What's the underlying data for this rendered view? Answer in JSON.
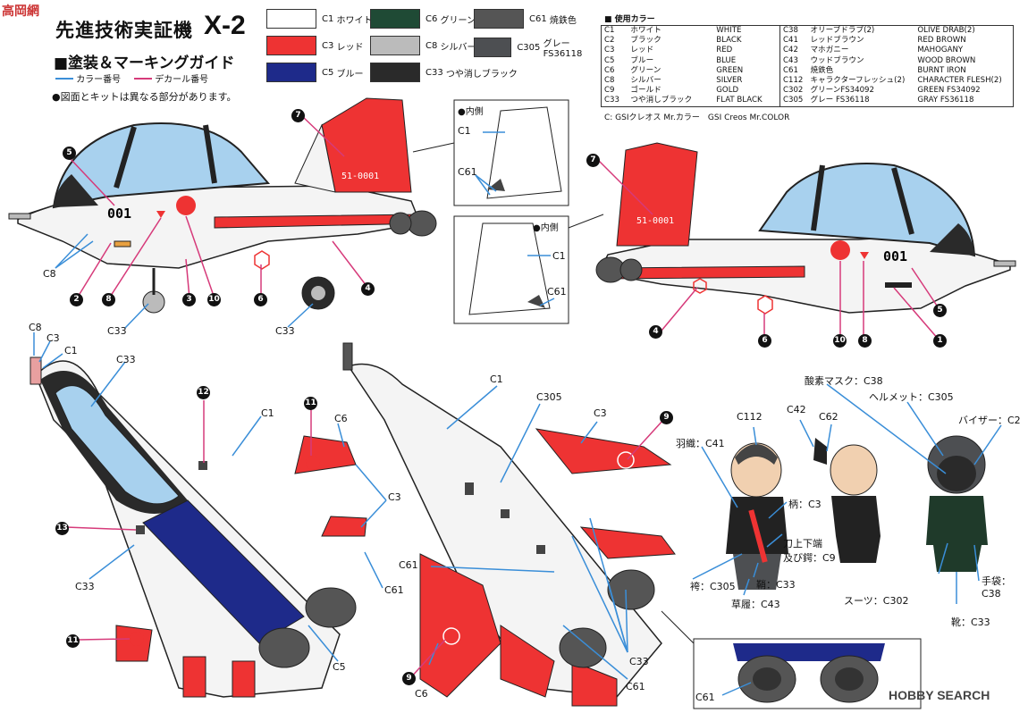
{
  "header": {
    "logo_text": "高岡網",
    "title_jp": "先進技術実証機",
    "title_model": "X-2",
    "subtitle": "■塗装＆マーキングガイド",
    "legend_color_no": "カラー番号",
    "legend_decal_no": "デカール番号",
    "note": "●図面とキットは異なる部分があります。"
  },
  "swatches": [
    {
      "code": "C1",
      "name": "ホワイト",
      "color": "#ffffff"
    },
    {
      "code": "C6",
      "name": "グリーン",
      "color": "#1f4a35"
    },
    {
      "code": "C61",
      "name": "焼鉄色",
      "color": "#555555"
    },
    {
      "code": "C3",
      "name": "レッド",
      "color": "#ee3333"
    },
    {
      "code": "C8",
      "name": "シルバー",
      "color": "#bbbbbb"
    },
    {
      "code": "C305",
      "name": "グレー FS36118",
      "color": "#4d4f52"
    },
    {
      "code": "C5",
      "name": "ブルー",
      "color": "#1e2a8a"
    },
    {
      "code": "C33",
      "name": "つや消しブラック",
      "color": "#2a2a2a"
    }
  ],
  "color_table": {
    "heading": "■ 使用カラー",
    "left": [
      [
        "C1",
        "ホワイト",
        "WHITE"
      ],
      [
        "C2",
        "ブラック",
        "BLACK"
      ],
      [
        "C3",
        "レッド",
        "RED"
      ],
      [
        "C5",
        "ブルー",
        "BLUE"
      ],
      [
        "C6",
        "グリーン",
        "GREEN"
      ],
      [
        "C8",
        "シルバー",
        "SILVER"
      ],
      [
        "C9",
        "ゴールド",
        "GOLD"
      ],
      [
        "C33",
        "つや消しブラック",
        "FLAT BLACK"
      ]
    ],
    "right": [
      [
        "C38",
        "オリーブドラブ(2)",
        "OLIVE DRAB(2)"
      ],
      [
        "C41",
        "レッドブラウン",
        "RED BROWN"
      ],
      [
        "C42",
        "マホガニー",
        "MAHOGANY"
      ],
      [
        "C43",
        "ウッドブラウン",
        "WOOD BROWN"
      ],
      [
        "C61",
        "焼鉄色",
        "BURNT IRON"
      ],
      [
        "C112",
        "キャラクターフレッシュ(2)",
        "CHARACTER FLESH(2)"
      ],
      [
        "C302",
        "グリーンFS34092",
        "GREEN FS34092"
      ],
      [
        "C305",
        "グレー FS36118",
        "GRAY FS36118"
      ]
    ],
    "footnote": "C: GSIクレオス Mr.カラー　GSI Creos Mr.COLOR"
  },
  "diagram_labels": {
    "c8_a": "C8",
    "c33_a": "C33",
    "c33_b": "C33",
    "fin_code_a": "51-0001",
    "fin_code_b": "51-0001",
    "nose_no_a": "001",
    "nose_no_b": "001",
    "inner_a": "●内側",
    "inner_b": "●内側",
    "in_c1_a": "C1",
    "in_c61_a": "C61",
    "in_c1_b": "C1",
    "in_c61_b": "C61",
    "top_c8": "C8",
    "top_c3": "C3",
    "top_c1": "C1",
    "top_c33": "C33",
    "top_c1b": "C1",
    "top_c6": "C6",
    "top_c3b": "C3",
    "top_c61": "C61",
    "top_c33b": "C33",
    "top_c5": "C5",
    "bot_c1": "C1",
    "bot_c305": "C305",
    "bot_c3": "C3",
    "bot_c61": "C61",
    "bot_c33": "C33",
    "bot_c61b": "C61",
    "bot_c6": "C6",
    "inset_c61": "C61",
    "fig_o2": "酸素マスク：C38",
    "fig_helmet": "ヘルメット：C305",
    "fig_visor": "バイザー：C2",
    "fig_c42": "C42",
    "fig_c62": "C62",
    "fig_c112": "C112",
    "fig_haori": "羽織：C41",
    "fig_tsuka": "柄：C3",
    "fig_katana": "刀上下端",
    "fig_tsuba": "及び鍔：C9",
    "fig_hakama": "袴：C305",
    "fig_saya": "鞘：C33",
    "fig_zori": "草履：C43",
    "fig_suit": "スーツ：C302",
    "fig_glove": "手袋：C38",
    "fig_boots": "靴：C33"
  },
  "callouts": {
    "n1": "1",
    "n2": "2",
    "n3": "3",
    "n4": "4",
    "n5": "5",
    "n6": "6",
    "n7": "7",
    "n8": "8",
    "n9": "9",
    "n10": "10",
    "n11": "11",
    "n12": "12",
    "n13": "13"
  },
  "watermark": "HOBBY SEARCH"
}
